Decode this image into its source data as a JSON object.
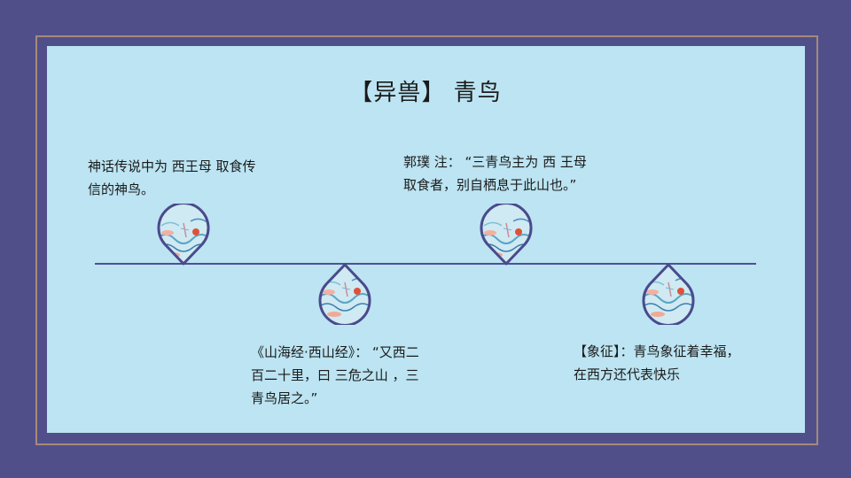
{
  "slide": {
    "title": "【异兽】 青鸟",
    "colors": {
      "background": "#514f8a",
      "frame": "#a58a78",
      "panel": "#bce4f2",
      "timeline": "#4e5096",
      "marker_outline": "#4a4a8c"
    }
  },
  "timeline": {
    "items": [
      {
        "position": "top",
        "text_lines": [
          "神话传说中为 西王母 取食传",
          "信的神鸟。"
        ],
        "icon": "teardrop-pin-icon"
      },
      {
        "position": "bottom",
        "text_lines": [
          "《山海经·西山经》： “又西二",
          "百二十里，曰 三危之山 ，三",
          "青鸟居之。”"
        ],
        "icon": "teardrop-pin-icon"
      },
      {
        "position": "top",
        "text_lines": [
          "郭璞 注： “三青鸟主为 西 王母",
          "取食者，别自栖息于此山也。”"
        ],
        "icon": "teardrop-pin-icon"
      },
      {
        "position": "bottom",
        "text_lines": [
          "【象征】：青鸟象征着幸福，",
          "在西方还代表快乐"
        ],
        "icon": "teardrop-pin-icon"
      }
    ]
  }
}
